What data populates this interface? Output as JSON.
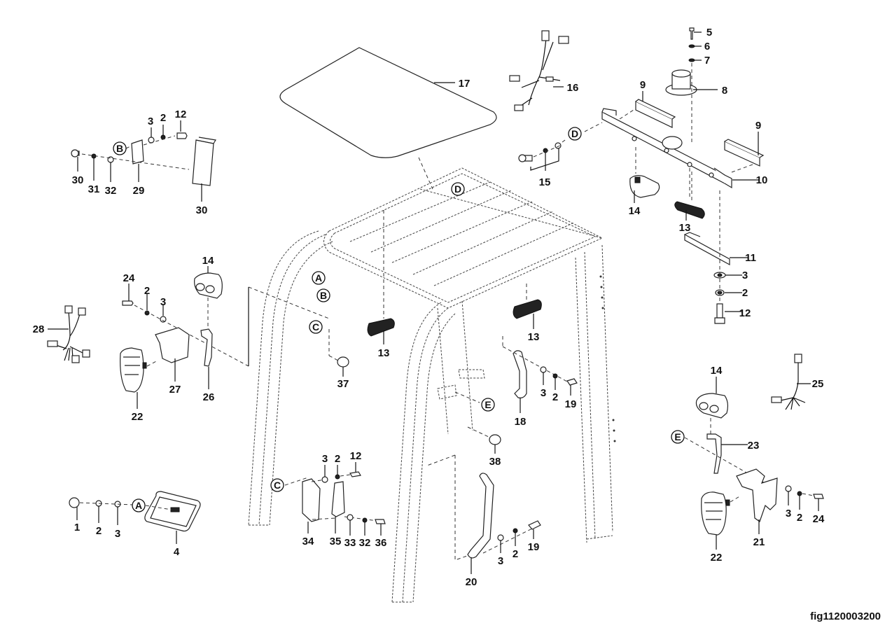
{
  "figure_id": "fig1120003200",
  "reference_markers": [
    "A",
    "B",
    "C",
    "D",
    "E"
  ],
  "callouts": [
    {
      "label": "1",
      "part": "cap"
    },
    {
      "label": "2",
      "part": "nut"
    },
    {
      "label": "3",
      "part": "washer"
    },
    {
      "label": "4",
      "part": "rectangular-lamp"
    },
    {
      "label": "5",
      "part": "screw"
    },
    {
      "label": "6",
      "part": "washer"
    },
    {
      "label": "7",
      "part": "washer"
    },
    {
      "label": "8",
      "part": "beacon-light"
    },
    {
      "label": "9",
      "part": "spacer-block"
    },
    {
      "label": "10",
      "part": "mounting-bracket"
    },
    {
      "label": "11",
      "part": "bracket"
    },
    {
      "label": "12",
      "part": "bolt"
    },
    {
      "label": "13",
      "part": "work-light"
    },
    {
      "label": "14",
      "part": "work-lamp"
    },
    {
      "label": "15",
      "part": "bolt-set"
    },
    {
      "label": "16",
      "part": "wire-harness"
    },
    {
      "label": "17",
      "part": "roof-panel"
    },
    {
      "label": "18",
      "part": "grab-handle"
    },
    {
      "label": "19",
      "part": "bolt"
    },
    {
      "label": "20",
      "part": "grab-handle"
    },
    {
      "label": "21",
      "part": "bracket"
    },
    {
      "label": "22",
      "part": "combination-lamp"
    },
    {
      "label": "23",
      "part": "bracket"
    },
    {
      "label": "24",
      "part": "bolt"
    },
    {
      "label": "25",
      "part": "wire-harness"
    },
    {
      "label": "26",
      "part": "bracket"
    },
    {
      "label": "27",
      "part": "bracket"
    },
    {
      "label": "28",
      "part": "wire-harness"
    },
    {
      "label": "29",
      "part": "bracket"
    },
    {
      "label": "30",
      "part": "lamp"
    },
    {
      "label": "31",
      "part": "washer"
    },
    {
      "label": "32",
      "part": "washer"
    },
    {
      "label": "33",
      "part": "washer"
    },
    {
      "label": "34",
      "part": "bracket"
    },
    {
      "label": "35",
      "part": "lamp"
    },
    {
      "label": "36",
      "part": "bolt"
    },
    {
      "label": "37",
      "part": "plug"
    },
    {
      "label": "38",
      "part": "plug"
    }
  ],
  "placed_labels": [
    {
      "text": "17"
    },
    {
      "text": "16"
    },
    {
      "text": "5"
    },
    {
      "text": "6"
    },
    {
      "text": "7"
    },
    {
      "text": "8"
    },
    {
      "text": "9"
    },
    {
      "text": "9"
    },
    {
      "text": "10"
    },
    {
      "text": "15"
    },
    {
      "text": "14"
    },
    {
      "text": "13"
    },
    {
      "text": "11"
    },
    {
      "text": "3"
    },
    {
      "text": "2"
    },
    {
      "text": "12"
    },
    {
      "text": "3"
    },
    {
      "text": "2"
    },
    {
      "text": "12"
    },
    {
      "text": "30"
    },
    {
      "text": "31"
    },
    {
      "text": "32"
    },
    {
      "text": "29"
    },
    {
      "text": "30"
    },
    {
      "text": "14"
    },
    {
      "text": "24"
    },
    {
      "text": "2"
    },
    {
      "text": "3"
    },
    {
      "text": "28"
    },
    {
      "text": "27"
    },
    {
      "text": "26"
    },
    {
      "text": "22"
    },
    {
      "text": "37"
    },
    {
      "text": "13"
    },
    {
      "text": "13"
    },
    {
      "text": "18"
    },
    {
      "text": "3"
    },
    {
      "text": "2"
    },
    {
      "text": "19"
    },
    {
      "text": "38"
    },
    {
      "text": "1"
    },
    {
      "text": "2"
    },
    {
      "text": "3"
    },
    {
      "text": "4"
    },
    {
      "text": "3"
    },
    {
      "text": "2"
    },
    {
      "text": "12"
    },
    {
      "text": "34"
    },
    {
      "text": "35"
    },
    {
      "text": "33"
    },
    {
      "text": "32"
    },
    {
      "text": "36"
    },
    {
      "text": "20"
    },
    {
      "text": "3"
    },
    {
      "text": "2"
    },
    {
      "text": "19"
    },
    {
      "text": "14"
    },
    {
      "text": "25"
    },
    {
      "text": "23"
    },
    {
      "text": "21"
    },
    {
      "text": "22"
    },
    {
      "text": "3"
    },
    {
      "text": "2"
    },
    {
      "text": "24"
    }
  ],
  "placed_refs": [
    {
      "text": "A"
    },
    {
      "text": "B"
    },
    {
      "text": "C"
    },
    {
      "text": "D"
    },
    {
      "text": "B"
    },
    {
      "text": "D"
    },
    {
      "text": "A"
    },
    {
      "text": "C"
    },
    {
      "text": "E"
    },
    {
      "text": "E"
    }
  ]
}
